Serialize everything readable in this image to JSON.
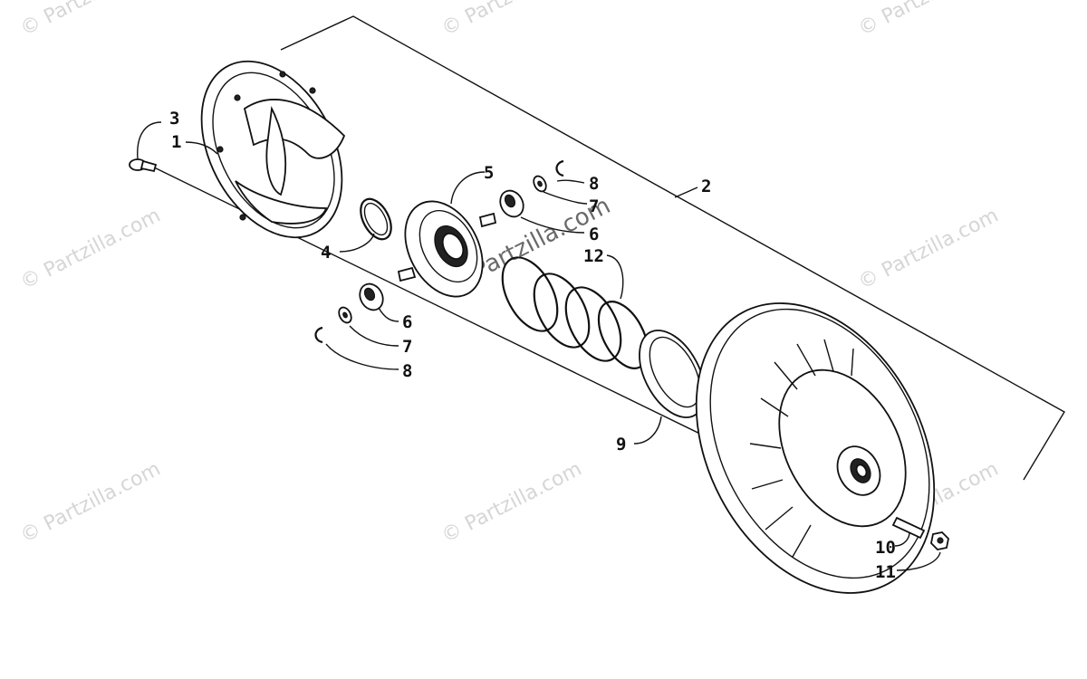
{
  "watermark": {
    "brand": "© Partzilla.com",
    "center": "© Partzilla.com"
  },
  "callouts": {
    "c1": "1",
    "c2": "2",
    "c3": "3",
    "c4": "4",
    "c5": "5",
    "c6a": "6",
    "c6b": "6",
    "c7a": "7",
    "c7b": "7",
    "c8a": "8",
    "c8b": "8",
    "c9": "9",
    "c10": "10",
    "c11": "11",
    "c12": "12"
  },
  "colors": {
    "line": "#111111",
    "watermark": "#d6d6d6"
  }
}
